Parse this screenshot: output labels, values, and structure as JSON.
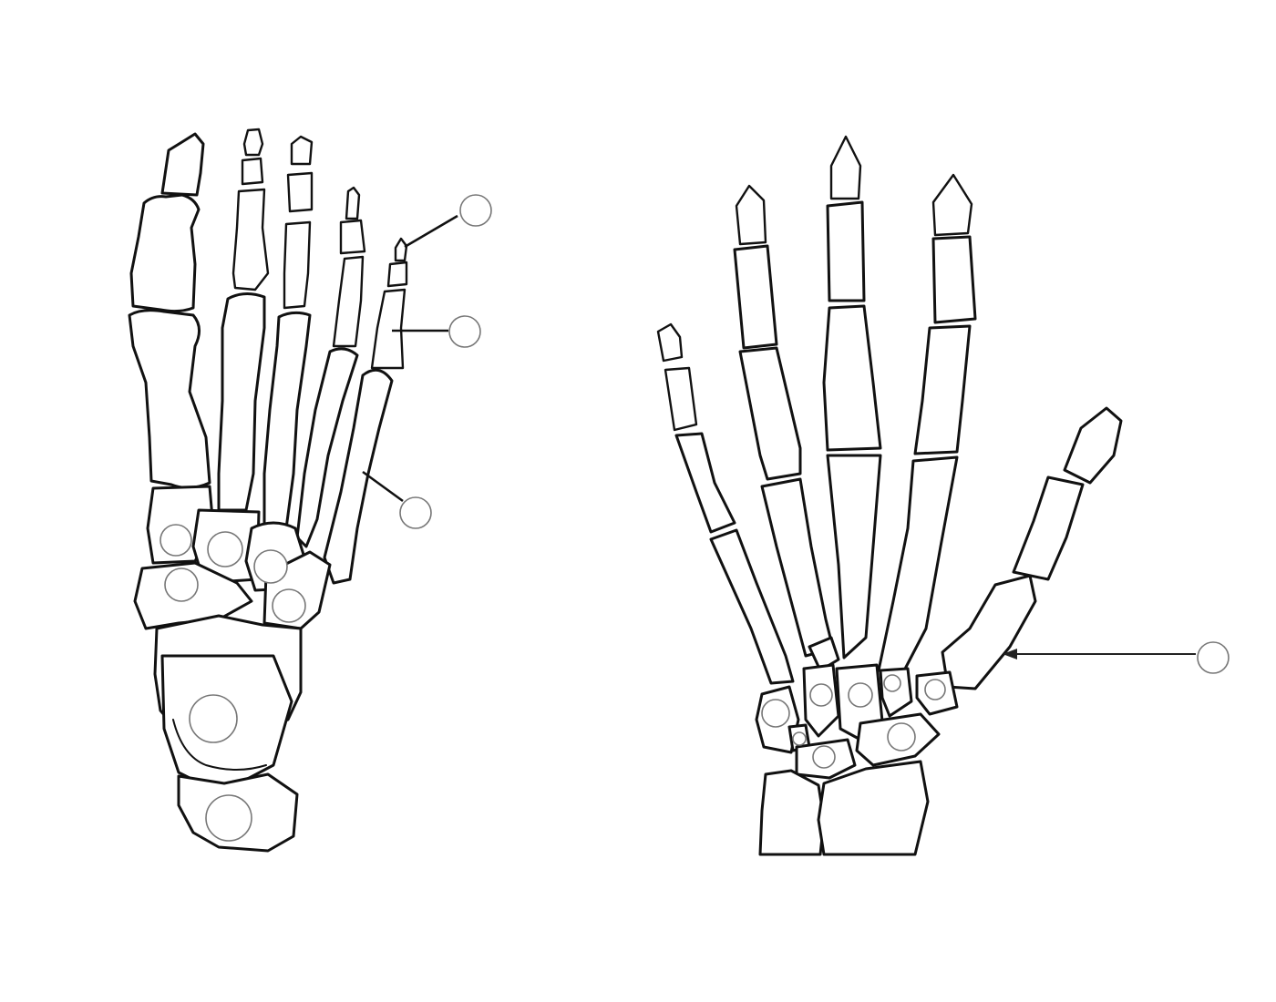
{
  "diagram": {
    "colors": {
      "background": "#ffffff",
      "bone_fill": "#ffffff",
      "bone_outline": "#111111",
      "label_circle_outline": "#777777"
    },
    "foot": {
      "label_slots": [
        {
          "id": "foot-distal-phalanx-5",
          "value": ""
        },
        {
          "id": "foot-proximal-phalanx-5",
          "value": ""
        },
        {
          "id": "foot-metatarsal-5",
          "value": ""
        },
        {
          "id": "foot-medial-cuneiform",
          "value": ""
        },
        {
          "id": "foot-intermediate-cuneiform",
          "value": ""
        },
        {
          "id": "foot-lateral-cuneiform",
          "value": ""
        },
        {
          "id": "foot-navicular",
          "value": ""
        },
        {
          "id": "foot-cuboid",
          "value": ""
        },
        {
          "id": "foot-talus",
          "value": ""
        },
        {
          "id": "foot-calcaneus",
          "value": ""
        }
      ]
    },
    "hand": {
      "label_slots": [
        {
          "id": "hand-first-metacarpal",
          "value": ""
        },
        {
          "id": "hand-scaphoid",
          "value": ""
        },
        {
          "id": "hand-trapezoid",
          "value": ""
        },
        {
          "id": "hand-capitate",
          "value": ""
        },
        {
          "id": "hand-hamate",
          "value": ""
        },
        {
          "id": "hand-trapezium",
          "value": ""
        },
        {
          "id": "hand-pisiform",
          "value": ""
        },
        {
          "id": "hand-lunate",
          "value": ""
        },
        {
          "id": "hand-triquetrum",
          "value": ""
        }
      ]
    }
  }
}
